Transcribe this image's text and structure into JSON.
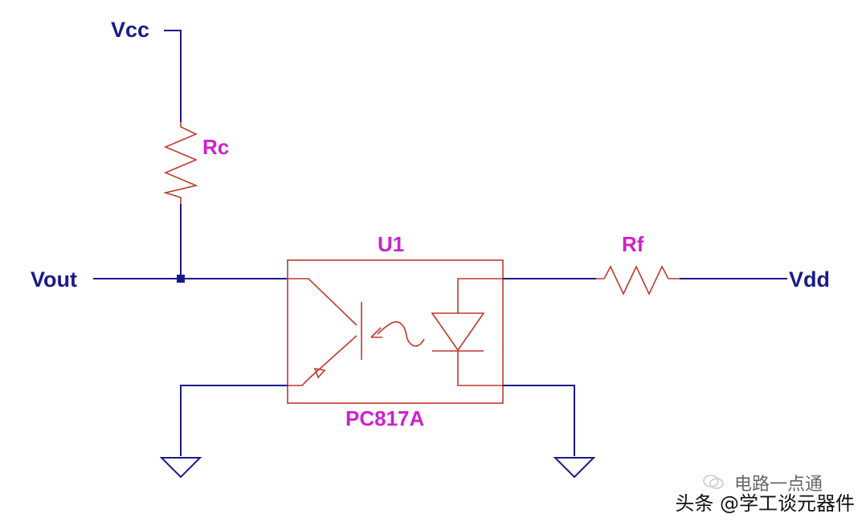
{
  "diagram": {
    "net_labels": {
      "vcc": "Vcc",
      "vout": "Vout",
      "vdd": "Vdd"
    },
    "components": {
      "rc": "Rc",
      "rf": "Rf",
      "u1": "U1",
      "u1_part": "PC817A"
    },
    "colors": {
      "wire": "#1a1a8c",
      "component": "#c0392b",
      "reference": "#cc22cc"
    }
  },
  "watermark": {
    "top": "电路一点通",
    "bottom": "头条 @学工谈元器件",
    "icon": "wechat-icon"
  }
}
